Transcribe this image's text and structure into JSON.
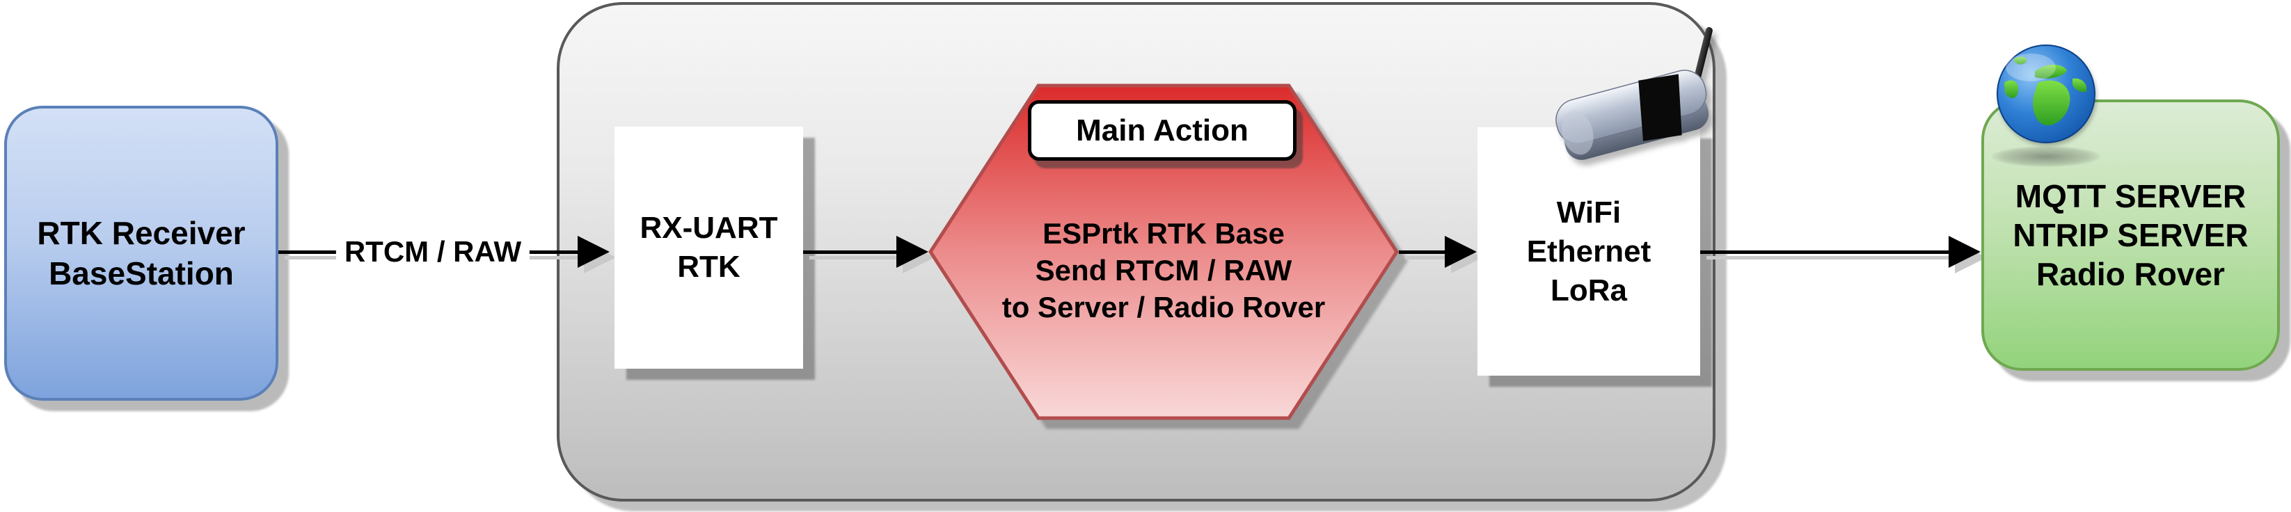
{
  "diagram": {
    "nodes": {
      "base_station": {
        "line1": "RTK Receiver",
        "line2": "BaseStation"
      },
      "rx_uart": {
        "line1": "RX-UART",
        "line2": "RTK"
      },
      "hexagon": {
        "line1": "ESPrtk RTK Base",
        "line2": "Send RTCM / RAW",
        "line3": "to Server / Radio Rover"
      },
      "main_action_badge": {
        "label": "Main Action"
      },
      "transport": {
        "line1": "WiFi",
        "line2": "Ethernet",
        "line3": "LoRa"
      },
      "server": {
        "line1": "MQTT SERVER",
        "line2": "NTRIP SERVER",
        "line3": "Radio Rover"
      }
    },
    "connectors": {
      "c1_label": "RTCM / RAW"
    },
    "icons": {
      "router": "router-icon",
      "globe": "globe-icon"
    },
    "colors": {
      "base_station_fill_top": "#d3e0f6",
      "base_station_fill_bottom": "#7ea3dd",
      "base_station_border": "#5b80b8",
      "container_fill_top": "#f6f6f6",
      "container_fill_bottom": "#bdbdbd",
      "container_border": "#595959",
      "hexagon_fill_top": "#dc2b2b",
      "hexagon_fill_bottom": "#f9d8d8",
      "hexagon_border": "#b24d4d",
      "server_fill_top": "#dcecd5",
      "server_fill_bottom": "#93d37c",
      "server_border": "#6fa850",
      "connector_color": "#000000",
      "connector_echo": "#c9c9c9",
      "step_box_fill": "#ffffff",
      "text_color": "#000000"
    }
  }
}
